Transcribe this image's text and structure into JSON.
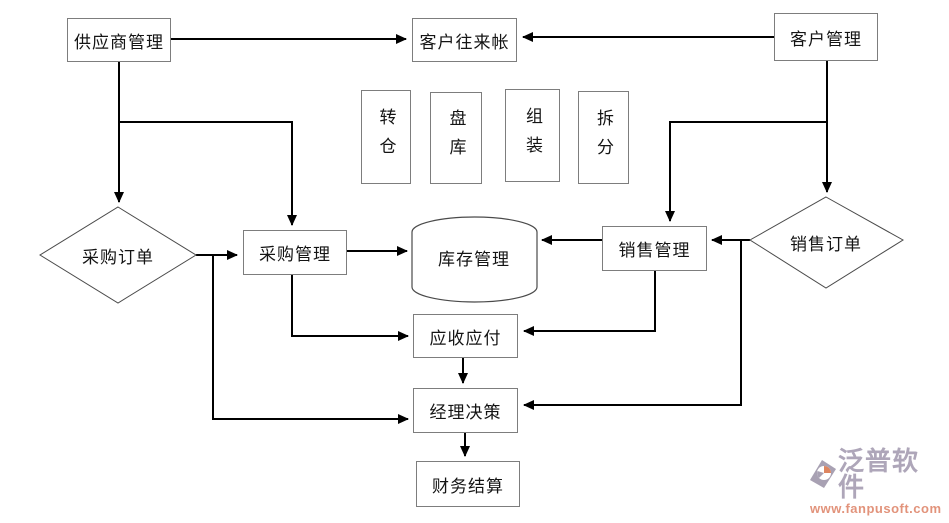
{
  "diagram": {
    "nodes": {
      "supplier_mgmt": "供应商管理",
      "customer_ledger": "客户往来帐",
      "customer_mgmt": "客户管理",
      "transfer": "转仓",
      "stocktake": "盘库",
      "assembly": "组装",
      "split": "拆分",
      "purchase_order": "采购订单",
      "purchase_mgmt": "采购管理",
      "inventory_mgmt": "库存管理",
      "sales_mgmt": "销售管理",
      "sales_order": "销售订单",
      "receivable_payable": "应收应付",
      "manager_decision": "经理决策",
      "financial_settlement": "财务结算"
    },
    "watermark": {
      "brand": "泛普软件",
      "url": "www.fanpusoft.com"
    },
    "colors": {
      "line": "#000000",
      "box_border": "#7d7d7d",
      "brand_text": "#aea6b9",
      "url_text": "#e2937b",
      "background": "#ffffff"
    }
  }
}
